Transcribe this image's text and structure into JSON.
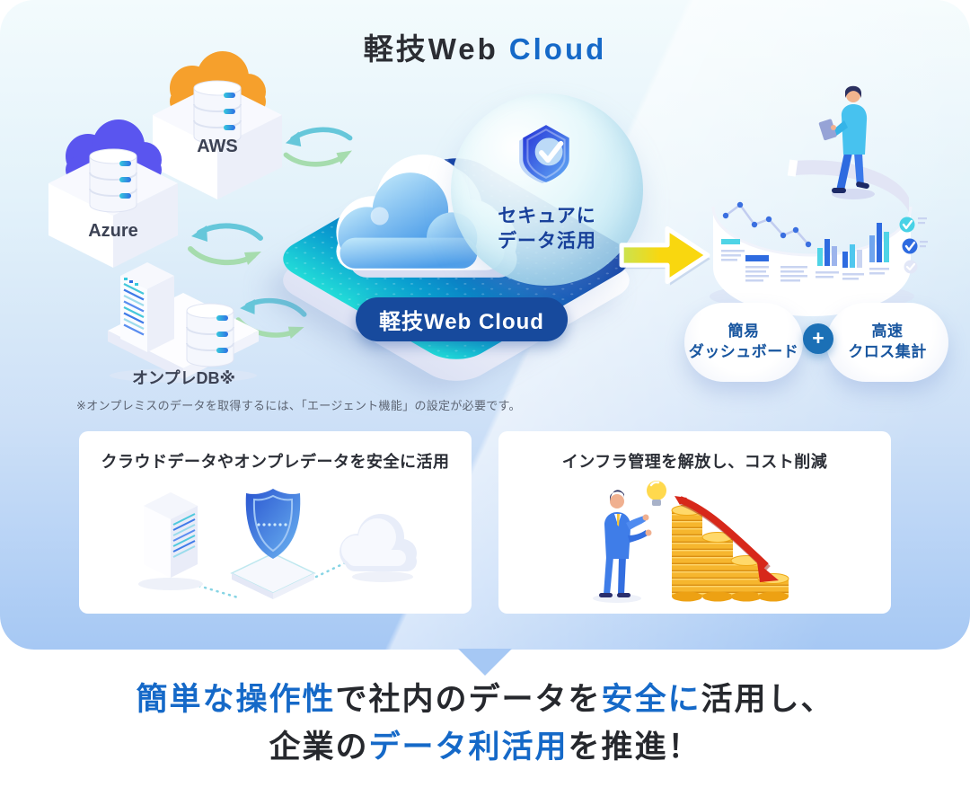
{
  "title": {
    "main": "軽技Web",
    "accent": "Cloud"
  },
  "sources": {
    "aws": {
      "label": "AWS"
    },
    "azure": {
      "label": "Azure"
    },
    "onpremise": {
      "label": "オンプレDB※"
    }
  },
  "center": {
    "badge": "軽技Web Cloud",
    "sphere_line1": "セキュアに",
    "sphere_line2": "データ活用"
  },
  "outputs": {
    "dashboard": {
      "line1": "簡易",
      "line2": "ダッシュボード"
    },
    "plus": "+",
    "crosstab": {
      "line1": "高速",
      "line2": "クロス集計"
    }
  },
  "footnote": "※オンプレミスのデータを取得するには、「エージェント機能」の設定が必要です。",
  "cards": [
    {
      "title": "クラウドデータやオンプレデータを安全に活用"
    },
    {
      "title": "インフラ管理を解放し、コスト削減"
    }
  ],
  "tagline": {
    "line1": [
      {
        "text": "簡単な操作性",
        "emphasis": true
      },
      {
        "text": "で社内のデータを",
        "emphasis": false
      },
      {
        "text": "安全に",
        "emphasis": true
      },
      {
        "text": "活用し、",
        "emphasis": false
      }
    ],
    "line2": [
      {
        "text": "企業の",
        "emphasis": false
      },
      {
        "text": "データ利活用",
        "emphasis": true
      },
      {
        "text": "を推進！",
        "emphasis": false
      }
    ]
  },
  "colors": {
    "accent_blue": "#1569c8",
    "dark_text": "#26282d",
    "badge_bg": "#174a9d",
    "panel_gradient_top": "#f3fbfd",
    "panel_gradient_bottom": "#a6c8f4",
    "aws_cloud": "#f6a02c",
    "azure_cloud": "#5a55ef",
    "flow_arrow_yellow": "#f9d70f",
    "cost_arrow_red": "#d7281a"
  }
}
